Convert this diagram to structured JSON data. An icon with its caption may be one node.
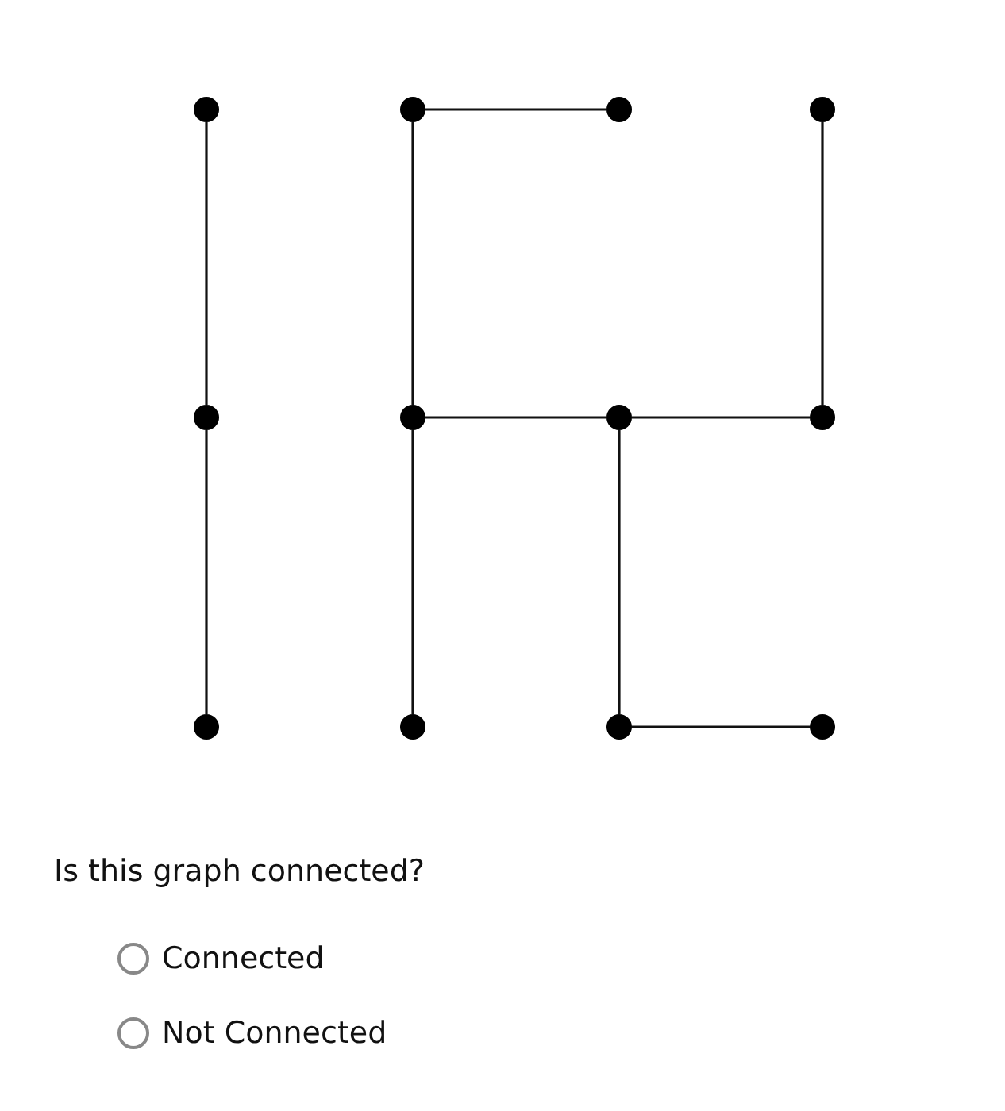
{
  "diagram": {
    "nodes": [
      {
        "text": [],
        "shape": "circle"
      },
      {
        "text": [],
        "shape": "circle"
      },
      {
        "text": [],
        "shape": "circle"
      },
      {
        "text": [],
        "shape": "circle"
      },
      {
        "text": [],
        "shape": "circle"
      },
      {
        "text": [],
        "shape": "circle"
      },
      {
        "text": [],
        "shape": "circle"
      },
      {
        "text": [],
        "shape": "circle"
      },
      {
        "text": [],
        "shape": "circle"
      },
      {
        "text": [],
        "shape": "circle"
      },
      {
        "text": [],
        "shape": "circle"
      },
      {
        "text": [],
        "shape": "circle"
      }
    ],
    "edges": [
      {
        "from": 0,
        "to": 4,
        "arrow": "none"
      },
      {
        "from": 4,
        "to": 8,
        "arrow": "none"
      },
      {
        "from": 1,
        "to": 2,
        "arrow": "none"
      },
      {
        "from": 1,
        "to": 5,
        "arrow": "none"
      },
      {
        "from": 5,
        "to": 9,
        "arrow": "none"
      },
      {
        "from": 3,
        "to": 7,
        "arrow": "none"
      },
      {
        "from": 5,
        "to": 6,
        "arrow": "none"
      },
      {
        "from": 6,
        "to": 7,
        "arrow": "none"
      },
      {
        "from": 6,
        "to": 10,
        "arrow": "none"
      },
      {
        "from": 10,
        "to": 11,
        "arrow": "none"
      }
    ],
    "labels": [
      "Is this graph connected?",
      "Connected",
      "Not Connected"
    ]
  }
}
